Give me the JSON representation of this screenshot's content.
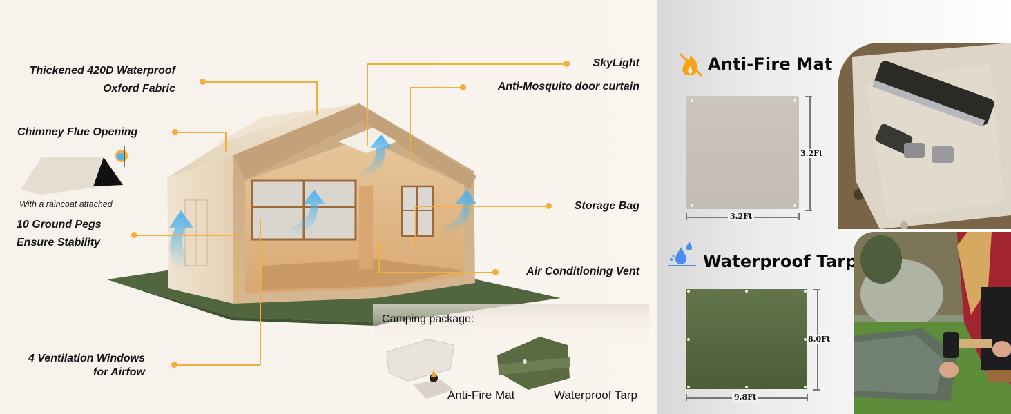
{
  "features": {
    "fabric": {
      "line1": "Thickened 420D Waterproof",
      "line2": "Oxford Fabric"
    },
    "chimney": "Chimney Flue Opening",
    "raincoat_caption": "With a raincoat attached",
    "pegs": {
      "line1": "10 Ground Pegs",
      "line2": "Ensure Stability"
    },
    "windows": {
      "line1": "4 Ventilation Windows",
      "line2": "for Airfow"
    },
    "skylight": "SkyLight",
    "mosquito": "Anti-Mosquito door curtain",
    "storage": "Storage Bag",
    "vent": "Air Conditioning Vent"
  },
  "package": {
    "title": "Camping package:",
    "items": [
      {
        "label": "Anti-Fire Mat"
      },
      {
        "label": "Waterproof Tarp"
      }
    ]
  },
  "anti_fire_mat": {
    "title": "Anti-Fire Mat",
    "icon": "no-fire-icon",
    "width": "3.2Ft",
    "height": "3.2Ft",
    "color": "#c9c3ba"
  },
  "waterproof_tarp": {
    "title": "Waterproof Tarp",
    "icon": "water-drops-icon",
    "width": "9.8Ft",
    "height": "8.0Ft",
    "color": "#5a6b41"
  },
  "colors": {
    "callout": "#f5ae3b",
    "airflow": "#4fb3ee",
    "tent_canvas": "#e8d6bd",
    "ground_tarp": "#51663f",
    "fire_icon": "#f7a21b",
    "water_icon": "#4a8ff0"
  }
}
